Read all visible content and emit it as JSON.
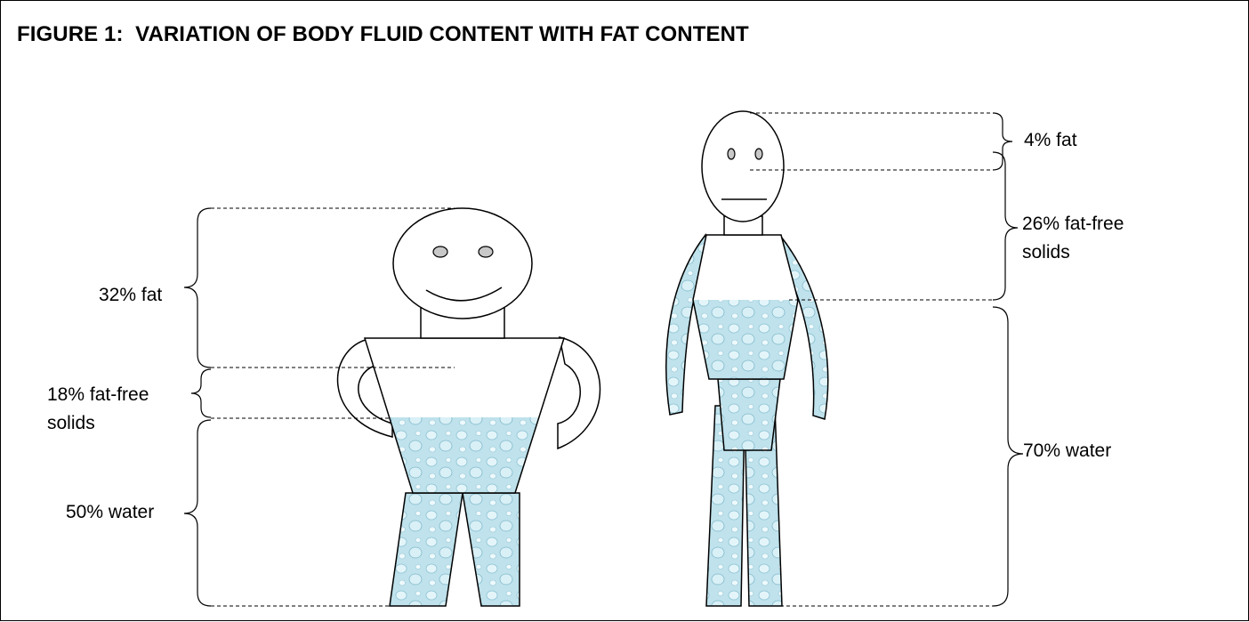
{
  "figure": {
    "title": "FIGURE 1:  VARIATION OF BODY FLUID CONTENT WITH FAT CONTENT"
  },
  "left_figure": {
    "fat": "32% fat",
    "fat_free_line1": "18% fat-free",
    "fat_free_line2": "solids",
    "water": "50% water"
  },
  "right_figure": {
    "fat": "4% fat",
    "fat_free_line1": "26% fat-free",
    "fat_free_line2": "solids",
    "water": "70% water"
  },
  "colors": {
    "water": "#bfe2ec",
    "water_dark": "#7fb9cc",
    "eye": "#c8c8c8",
    "outline": "#000000"
  }
}
